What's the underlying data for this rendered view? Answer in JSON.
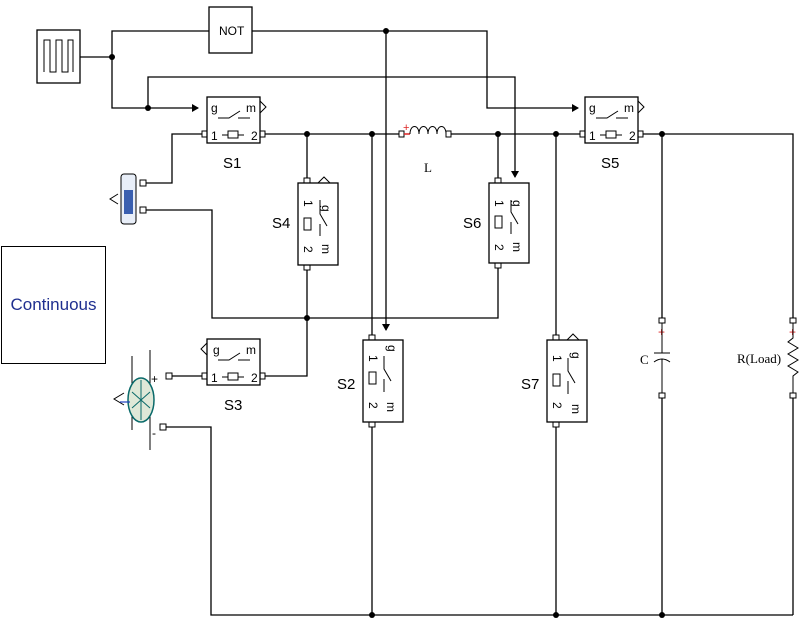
{
  "solver_block": {
    "mode": "Continuous"
  },
  "blocks": {
    "not_gate": "NOT",
    "switches": [
      "S1",
      "S2",
      "S3",
      "S4",
      "S5",
      "S6",
      "S7"
    ],
    "inductor": "L",
    "capacitor": "C",
    "resistor": "R(Load)"
  },
  "pins": {
    "gate": "g",
    "meas": "m",
    "one": "1",
    "two": "2",
    "plus": "+",
    "minus": "-"
  }
}
